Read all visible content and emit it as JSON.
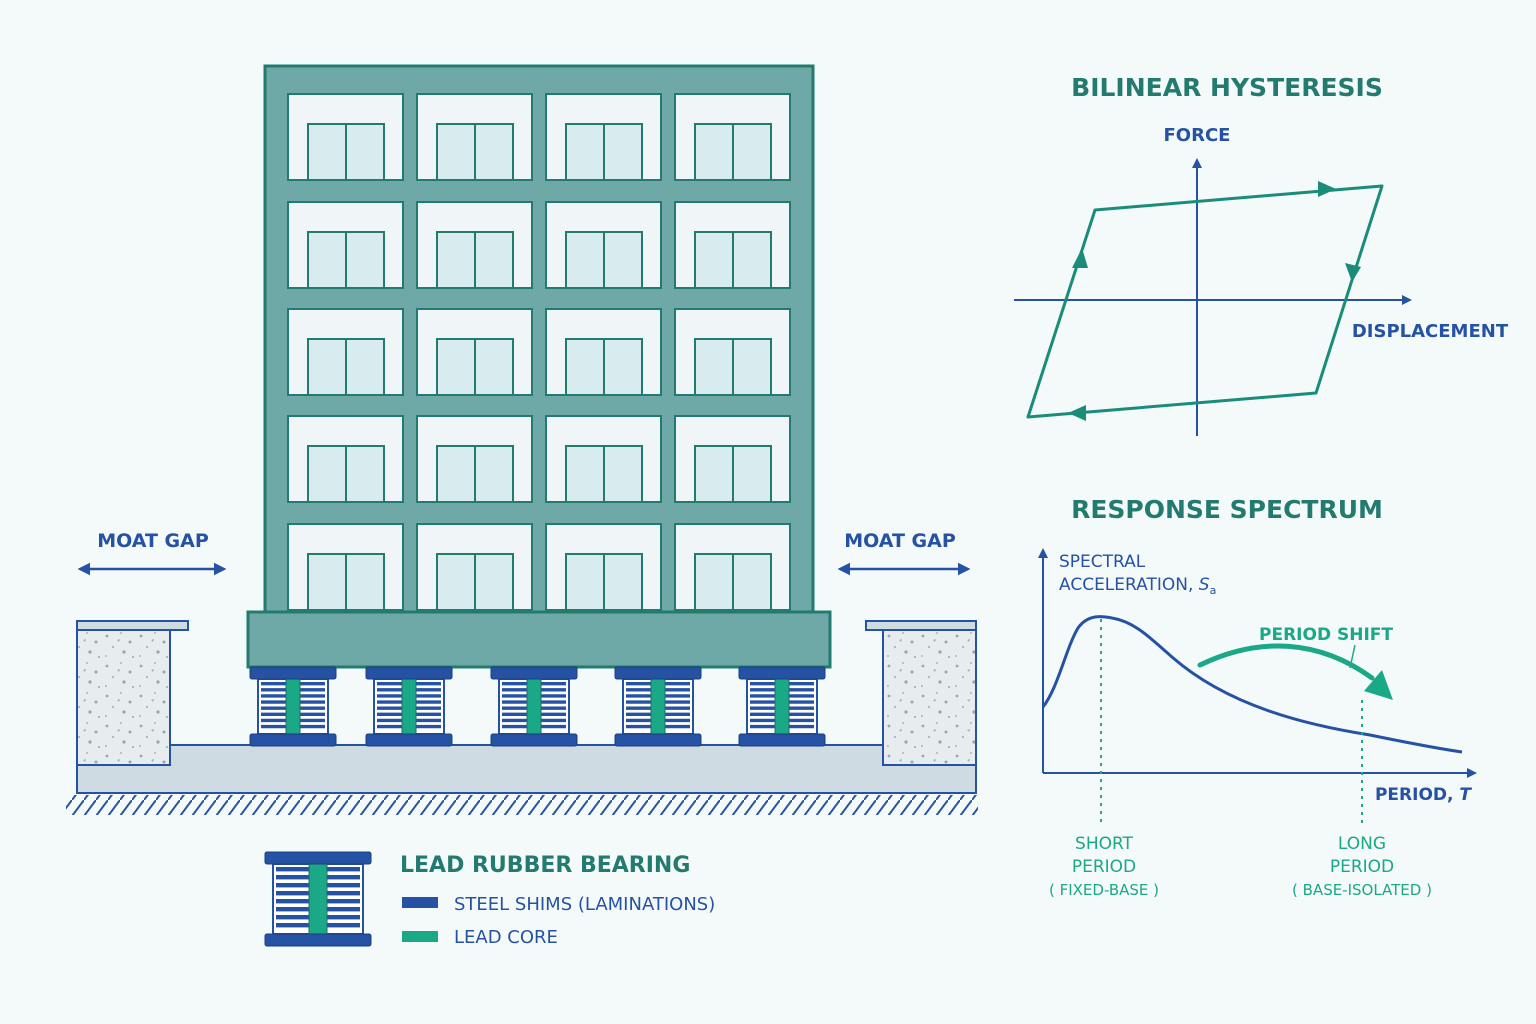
{
  "colors": {
    "background": "#f4f9fa",
    "building_teal": "#6ea9a8",
    "outline_teal": "#237a6f",
    "window_fill": "#d8ebee",
    "navy": "#2552a3",
    "bright_teal": "#1aa887",
    "ground": "#cfdbe3",
    "concrete": "#e7ecef"
  },
  "left_moat": {
    "label": "MOAT GAP"
  },
  "right_moat": {
    "label": "MOAT GAP"
  },
  "legend": {
    "title": "LEAD RUBBER BEARING",
    "items": [
      {
        "label": "STEEL SHIMS (LAMINATIONS)",
        "color": "#2552a3"
      },
      {
        "label": "LEAD CORE",
        "color": "#1aa887"
      }
    ]
  },
  "hysteresis": {
    "title": "BILINEAR HYSTERESIS",
    "y_axis_label": "FORCE",
    "x_axis_label": "DISPLACEMENT"
  },
  "spectrum": {
    "title": "RESPONSE SPECTRUM",
    "y_axis_label_line1": "SPECTRAL",
    "y_axis_label_line2": "ACCELERATION, ",
    "y_symbol": "S",
    "y_symbol_sub": "a",
    "x_axis_label": "PERIOD, ",
    "x_symbol": "T",
    "shift_label": "PERIOD SHIFT",
    "short_period": {
      "line1": "SHORT",
      "line2": "PERIOD",
      "line3": "( FIXED-BASE )"
    },
    "long_period": {
      "line1": "LONG",
      "line2": "PERIOD",
      "line3": "( BASE-ISOLATED )"
    }
  }
}
